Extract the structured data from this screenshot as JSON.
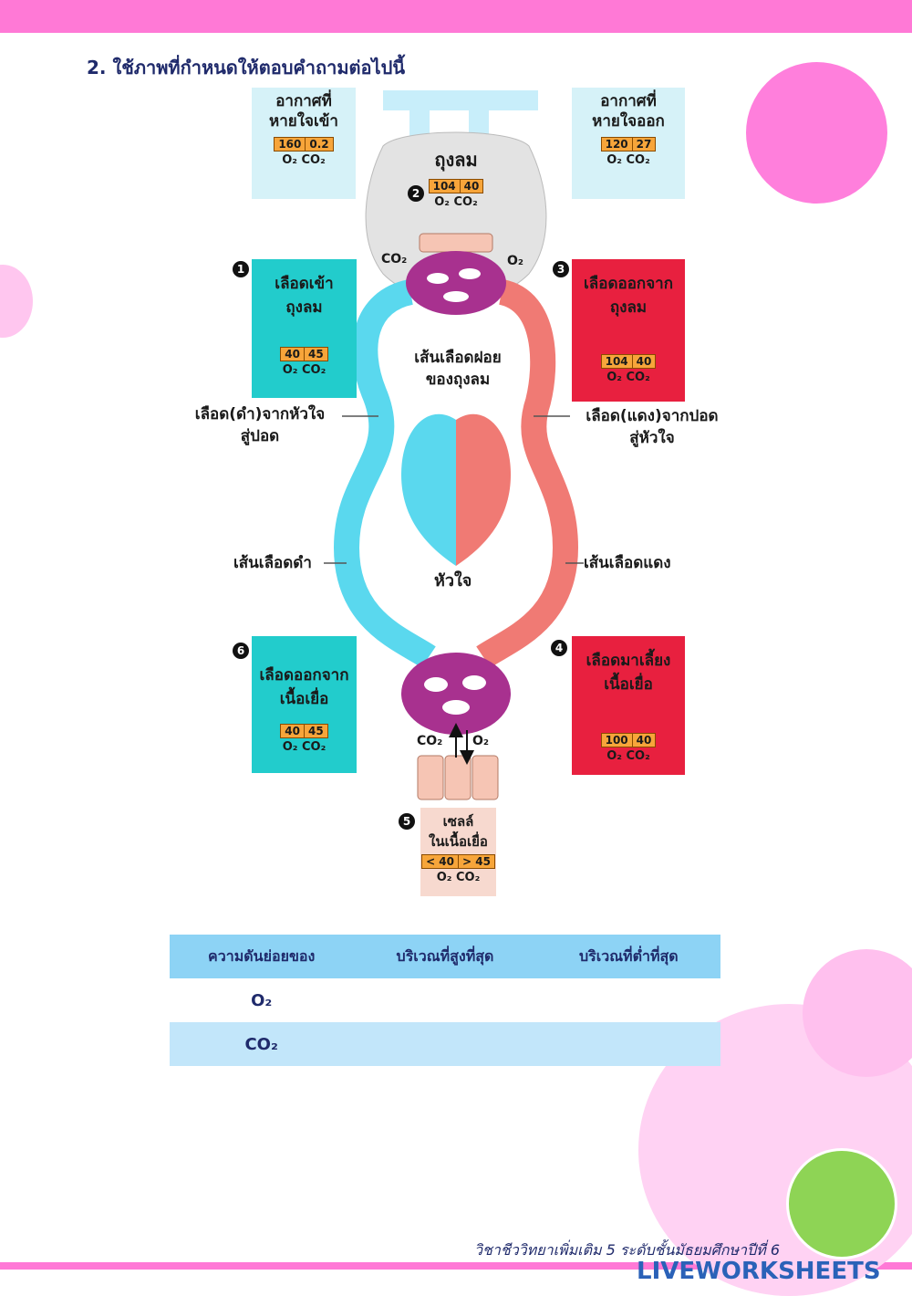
{
  "header": {
    "title": "2. ใช้ภาพที่กำหนดให้ตอบคำถามต่อไปนี้"
  },
  "diagram": {
    "inhaled_air": {
      "label_line1": "อากาศที่",
      "label_line2": "หายใจเข้า",
      "o2": "160",
      "co2": "0.2",
      "gas": "O₂ CO₂"
    },
    "exhaled_air": {
      "label_line1": "อากาศที่",
      "label_line2": "หายใจออก",
      "o2": "120",
      "co2": "27",
      "gas": "O₂ CO₂"
    },
    "alveolus": {
      "label": "ถุงลม",
      "badge": "2",
      "o2": "104",
      "co2": "40",
      "gas": "O₂ CO₂",
      "co2_label": "CO₂",
      "o2_label": "O₂"
    },
    "box1": {
      "badge": "1",
      "label_line1": "เลือดเข้า",
      "label_line2": "ถุงลม",
      "o2": "40",
      "co2": "45",
      "gas": "O₂ CO₂"
    },
    "box3": {
      "badge": "3",
      "label_line1": "เลือดออกจาก",
      "label_line2": "ถุงลม",
      "o2": "104",
      "co2": "40",
      "gas": "O₂ CO₂"
    },
    "capillary_label_line1": "เส้นเลือดฝอย",
    "capillary_label_line2": "ของถุงลม",
    "left_label_line1": "เลือด(ดำ)จากหัวใจ",
    "left_label_line2": "สู่ปอด",
    "right_label_line1": "เลือด(แดง)จากปอด",
    "right_label_line2": "สู่หัวใจ",
    "vein_label": "เส้นเลือดดำ",
    "artery_label": "เส้นเลือดแดง",
    "heart_label": "หัวใจ",
    "box6": {
      "badge": "6",
      "label_line1": "เลือดออกจาก",
      "label_line2": "เนื้อเยื่อ",
      "o2": "40",
      "co2": "45",
      "gas": "O₂ CO₂"
    },
    "box4": {
      "badge": "4",
      "label_line1": "เลือดมาเลี้ยง",
      "label_line2": "เนื้อเยื่อ",
      "o2": "100",
      "co2": "40",
      "gas": "O₂ CO₂"
    },
    "box5": {
      "badge": "5",
      "label_line1": "เซลล์",
      "label_line2": "ในเนื้อเยื่อ",
      "o2": "< 40",
      "co2": "> 45",
      "gas": "O₂ CO₂",
      "co2_label": "CO₂",
      "o2_label": "O₂"
    },
    "colors": {
      "vein": "#5ad8ee",
      "artery": "#f07a74",
      "capillary": "#a8318f"
    }
  },
  "table": {
    "headers": [
      "ความดันย่อยของ",
      "บริเวณที่สูงที่สุด",
      "บริเวณที่ต่ำที่สุด"
    ],
    "rows": [
      {
        "gas": "O₂",
        "highest": "",
        "lowest": ""
      },
      {
        "gas": "CO₂",
        "highest": "",
        "lowest": ""
      }
    ]
  },
  "footer": {
    "text": "วิชาชีววิทยาเพิ่มเติม 5 ระดับชั้นมัธยมศึกษาปีที่ 6",
    "brand": "LIVEWORKSHEETS"
  }
}
